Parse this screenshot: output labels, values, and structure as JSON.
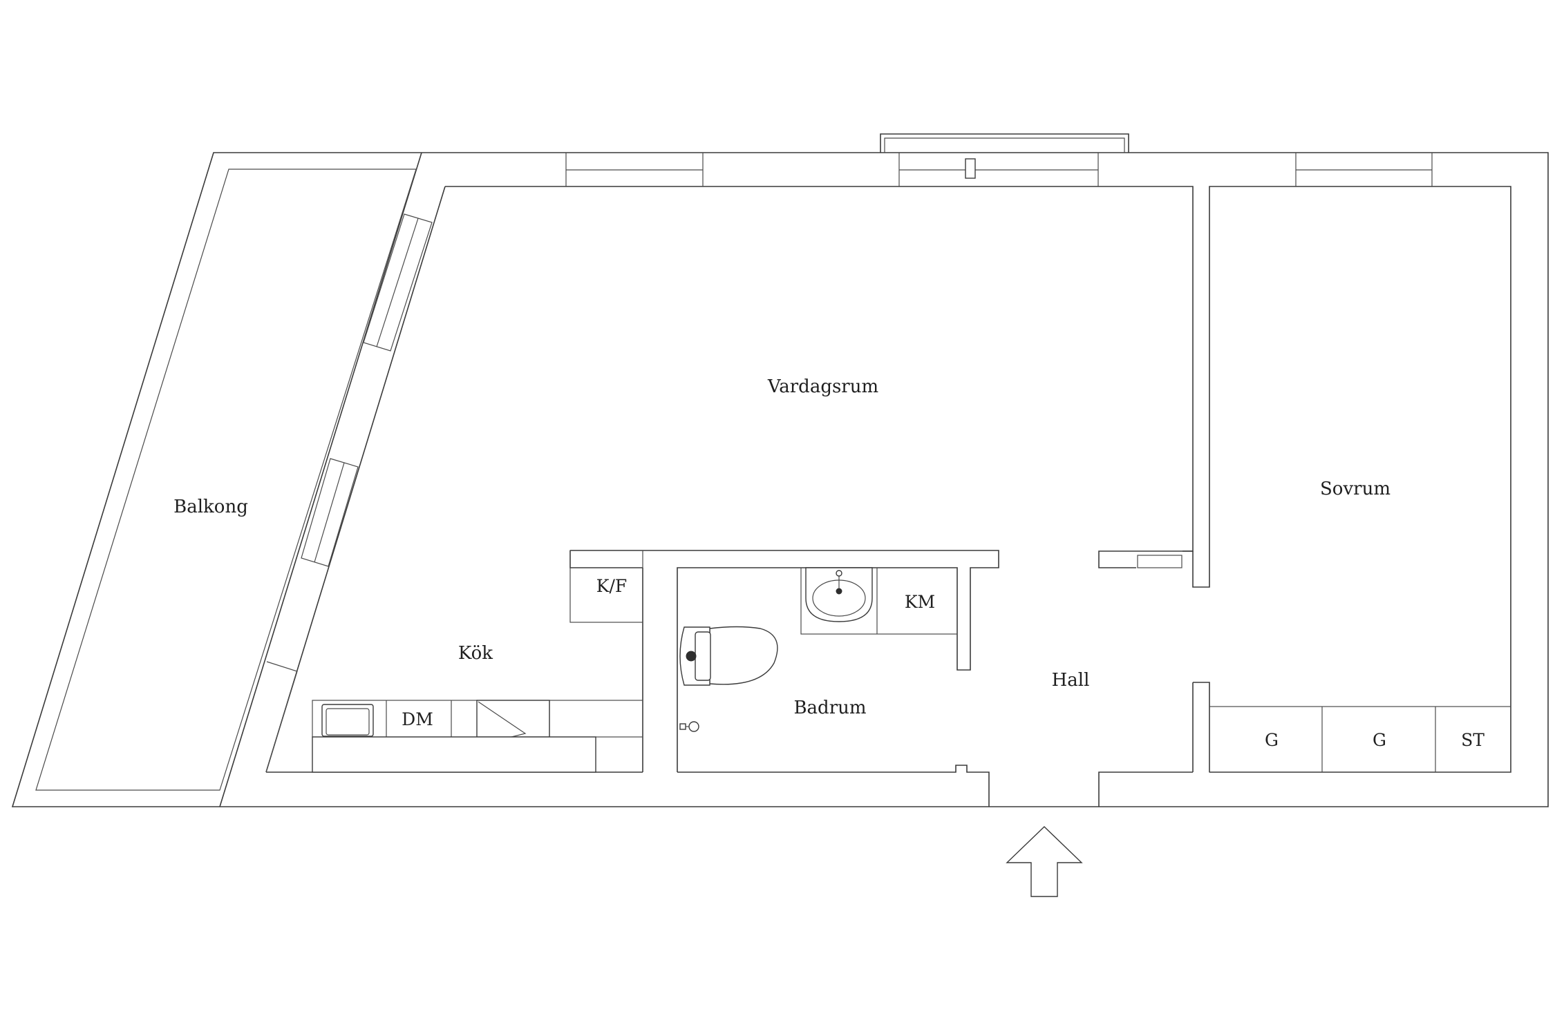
{
  "rooms": {
    "balcony": "Balkong",
    "living_room": "Vardagsrum",
    "bedroom": "Sovrum",
    "kitchen": "Kök",
    "bathroom": "Badrum",
    "hall": "Hall"
  },
  "fixtures": {
    "fridge_freezer": "K/F",
    "washing_machine": "KM",
    "dishwasher": "DM",
    "wardrobe_1": "G",
    "wardrobe_2": "G",
    "storage": "ST"
  },
  "entrance_marker": "entrance-arrow",
  "colors": {
    "line": "#3a3a3a",
    "background": "#ffffff"
  }
}
